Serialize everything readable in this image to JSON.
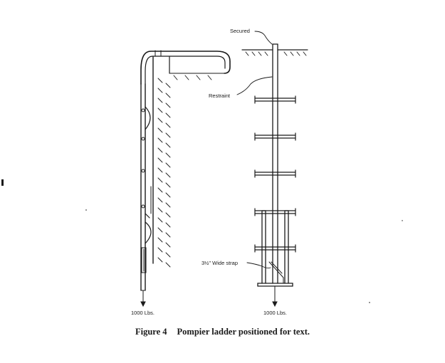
{
  "labels": {
    "secured": "Secured",
    "restraint": "Restraint",
    "strap": "3½\" Wide strap",
    "load_left": "1000 Lbs.",
    "load_right": "1000 Lbs."
  },
  "caption": {
    "number": "Figure 4",
    "text": "Pompier ladder positioned for text."
  },
  "colors": {
    "ink": "#1a1a1a",
    "paper": "#ffffff"
  }
}
